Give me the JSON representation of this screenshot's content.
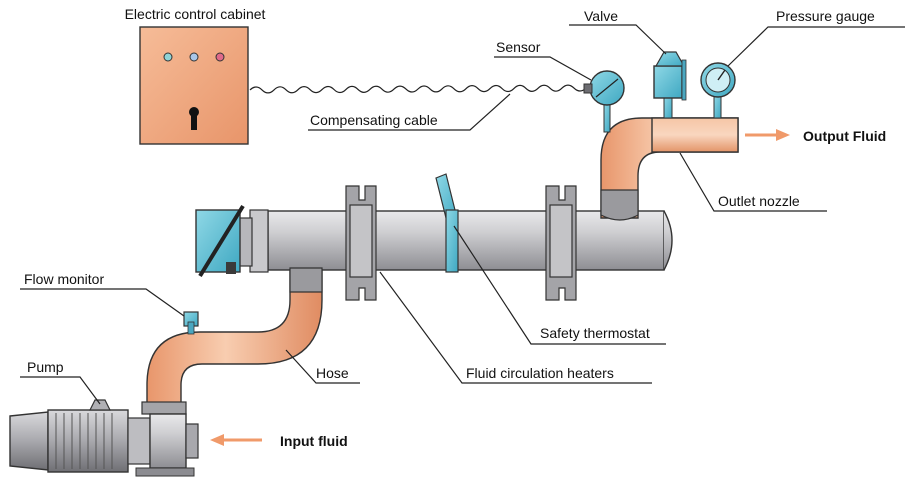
{
  "labels": {
    "cabinet": "Electric control cabinet",
    "valve": "Valve",
    "pressure_gauge": "Pressure gauge",
    "sensor": "Sensor",
    "compensating_cable": "Compensating cable",
    "output_fluid": "Output Fluid",
    "outlet_nozzle": "Outlet nozzle",
    "flow_monitor": "Flow monitor",
    "safety_thermostat": "Safety thermostat",
    "pump": "Pump",
    "hose": "Hose",
    "fluid_heaters": "Fluid circulation heaters",
    "input_fluid": "Input fluid"
  },
  "colors": {
    "copper": "#f2b48f",
    "copper_dark": "#e79a70",
    "steel": "#c4c4c6",
    "steel_dark": "#8f8f93",
    "blue": "#5fc0d4",
    "arrow": "#f09a6a",
    "cabinet": "#f0a984"
  },
  "indicator_lights": [
    "#8fd3d6",
    "#a9c6e8",
    "#e06a8a"
  ]
}
